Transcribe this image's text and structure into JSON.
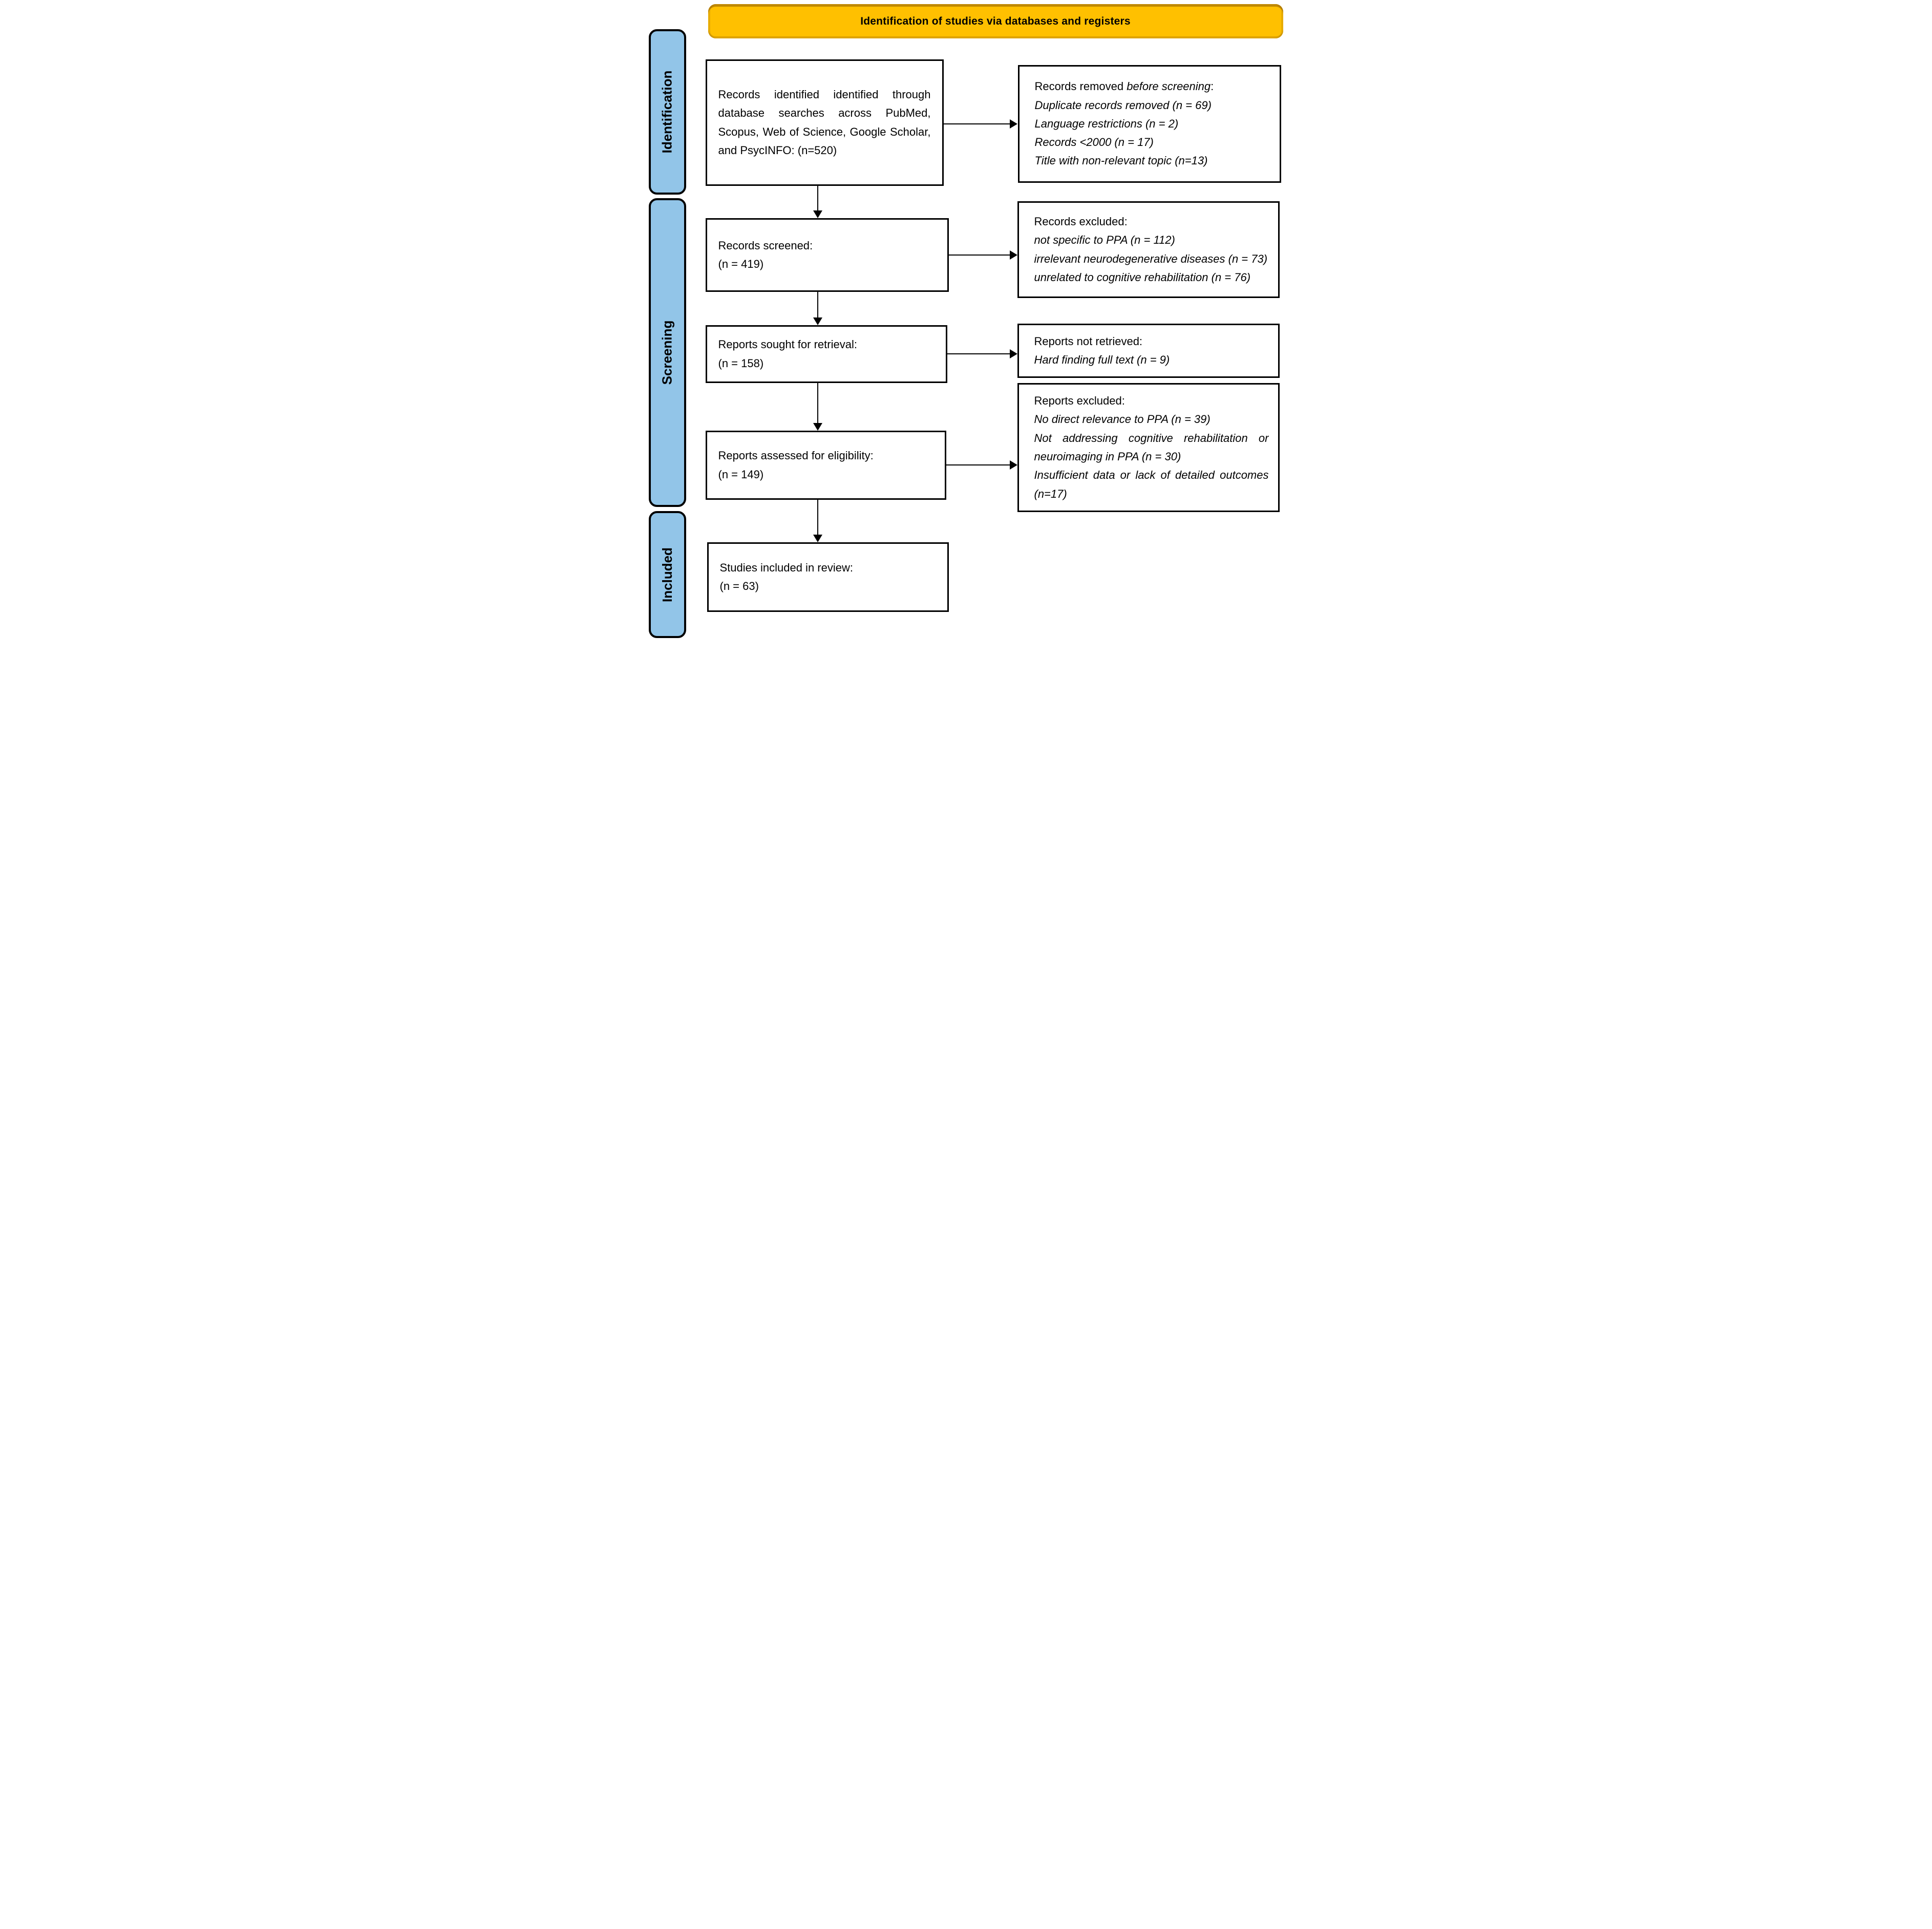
{
  "diagram": {
    "title": "Identification of studies via databases and registers",
    "colors": {
      "banner": "#FFC000",
      "stage_fill": "#92C5E8",
      "border": "#000000",
      "box_bg": "#FFFFFF"
    },
    "stages": [
      {
        "label": "Identification"
      },
      {
        "label": "Screening"
      },
      {
        "label": "Included"
      }
    ],
    "left_boxes": [
      {
        "text": "Records identified identified through database searches across PubMed, Scopus, Web of Science, Google Scholar, and PsycINFO: (n=520)"
      },
      {
        "line1": "Records screened:",
        "line2": "(n = 419)"
      },
      {
        "line1": "Reports sought for retrieval:",
        "line2": "(n = 158)"
      },
      {
        "line1": "Reports assessed for eligibility:",
        "line2": "(n = 149)"
      },
      {
        "line1": "Studies included in review:",
        "line2": "(n = 63)"
      }
    ],
    "right_boxes": [
      {
        "heading_prefix": "Records removed ",
        "heading_italic": "before screening",
        "heading_suffix": ":",
        "items": [
          "Duplicate records removed (n = 69)",
          "Language restrictions (n = 2)",
          "Records <2000 (n = 17)",
          "Title with non-relevant topic (n=13)"
        ]
      },
      {
        "heading": "Records excluded:",
        "items": [
          "not specific to PPA (n = 112)",
          "irrelevant neurodegenerative diseases (n = 73)",
          "unrelated to cognitive rehabilitation (n = 76)"
        ]
      },
      {
        "heading": "Reports not retrieved:",
        "items": [
          "Hard finding full text (n = 9)"
        ]
      },
      {
        "heading": "Reports excluded:",
        "items": [
          "No direct relevance to PPA (n = 39)",
          "Not addressing cognitive rehabilitation or neuroimaging in PPA (n = 30)",
          "Insufficient data or lack of detailed outcomes (n=17)"
        ]
      }
    ]
  }
}
